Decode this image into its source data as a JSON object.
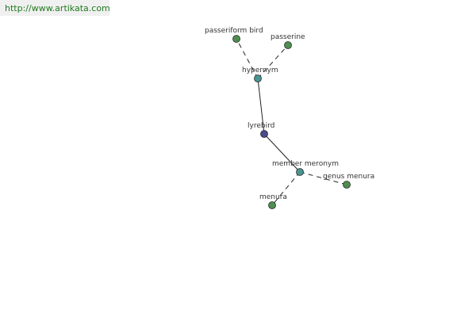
{
  "header": {
    "url": "http://www.artikata.com"
  },
  "colors": {
    "root": "#4a4a8c",
    "relation": "#4a9490",
    "leaf": "#4e8e4e",
    "edge": "#222222"
  },
  "graph": {
    "nodes": [
      {
        "id": "lyrebird",
        "label": "lyrebird",
        "kind": "root"
      },
      {
        "id": "hypernym",
        "label": "hypernym",
        "kind": "relation"
      },
      {
        "id": "member-meronym",
        "label": "member meronym",
        "kind": "relation"
      },
      {
        "id": "passeriform-bird",
        "label": "passeriform bird",
        "kind": "leaf"
      },
      {
        "id": "passerine",
        "label": "passerine",
        "kind": "leaf"
      },
      {
        "id": "genus-menura",
        "label": "genus menura",
        "kind": "leaf"
      },
      {
        "id": "menura",
        "label": "menura",
        "kind": "leaf"
      }
    ],
    "edges": [
      {
        "from": "lyrebird",
        "to": "hypernym",
        "style": "solid"
      },
      {
        "from": "lyrebird",
        "to": "member-meronym",
        "style": "solid"
      },
      {
        "from": "hypernym",
        "to": "passeriform-bird",
        "style": "dashed"
      },
      {
        "from": "hypernym",
        "to": "passerine",
        "style": "dashed"
      },
      {
        "from": "member-meronym",
        "to": "genus-menura",
        "style": "dashed"
      },
      {
        "from": "member-meronym",
        "to": "menura",
        "style": "dashed"
      }
    ]
  }
}
